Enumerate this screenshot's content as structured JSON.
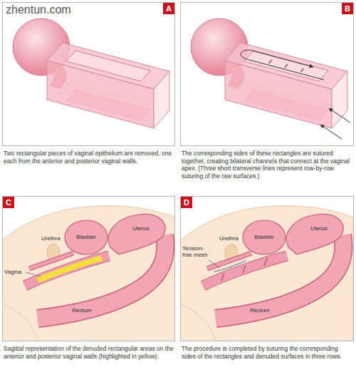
{
  "diagram": {
    "nodes": [
      {
        "text": [
          "A",
          "Two rectangular pieces of vaginal epithelium are removed, one each from the anterior and posterior vaginal walls."
        ]
      },
      {
        "text": [
          "B",
          "The corresponding sides of these rectangles are sutured together, creating bilateral channels that connect at the vaginal apex. (Three short transverse lines represent row-by-row suturing of the raw surfaces.)"
        ]
      },
      {
        "text": [
          "C",
          "Sagittal representation of the denuded rectangular areas on the anterior and posterior vaginal walls (highlighted in yellow)."
        ]
      },
      {
        "text": [
          "D",
          "The procedure is completed by suturing the corresponding sides of the rectangles and denuded surfaces in three rows."
        ]
      }
    ],
    "labels": [
      "zhentun.com",
      "Bladder",
      "Urethra",
      "Uterus",
      "Vagina",
      "Rectum",
      "Tension-free mesh",
      "Bladder",
      "Urethra",
      "Uterus",
      "Rectum"
    ]
  }
}
